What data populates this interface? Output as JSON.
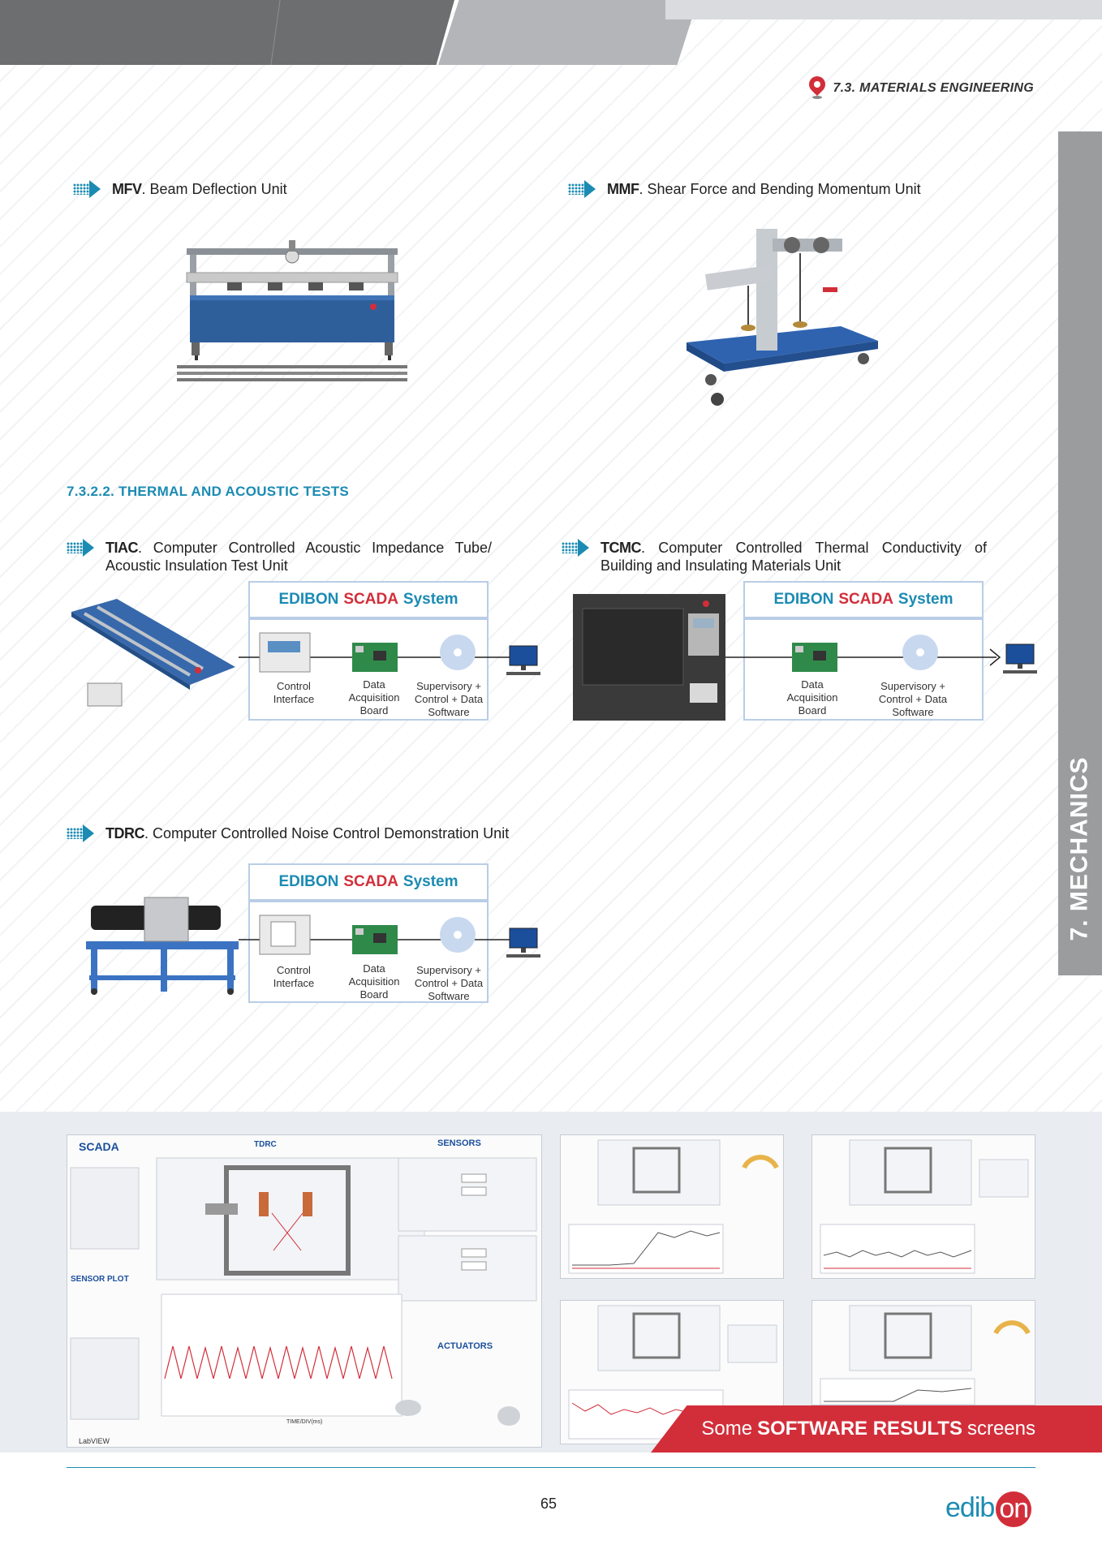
{
  "header": {
    "section": "7.3. MATERIALS ENGINEERING"
  },
  "side_tab": "7. MECHANICS",
  "products": {
    "mfv": {
      "code": "MFV",
      "title": ". Beam Deflection Unit"
    },
    "mmf": {
      "code": "MMF",
      "title": ". Shear Force and Bending Momentum Unit"
    },
    "tiac": {
      "code": "TIAC",
      "title": ". Computer Controlled Acoustic Impedance Tube/ Acoustic Insulation Test Unit"
    },
    "tcmc": {
      "code": "TCMC",
      "title": ". Computer Controlled Thermal Conductivity of Building and Insulating Materials Unit"
    },
    "tdrc": {
      "code": "TDRC",
      "title": ". Computer Controlled Noise Control Demonstration Unit"
    }
  },
  "section_title": "7.3.2.2. THERMAL AND ACOUSTIC TESTS",
  "scada": {
    "edibon": "EDIBON",
    "scada": "SCADA",
    "system": "System",
    "control_interface": "Control Interface",
    "daq_board": "Data Acquisition Board",
    "software": "Supervisory + Control + Data Software"
  },
  "software_shot": {
    "sensors": "SENSORS",
    "actuators": "ACTUATORS",
    "sensor_plot": "SENSOR PLOT",
    "tdrc_title": "TDRC",
    "scada_logo": "SCADA",
    "labview": "LabVIEW",
    "x_label": "TIME/DIV(ms)"
  },
  "banner": {
    "pre": "Some",
    "bold": "SOFTWARE RESULTS",
    "post": "screens"
  },
  "footer": {
    "page": "65",
    "logo_a": "edib",
    "logo_b": "on"
  },
  "colors": {
    "accent": "#1b8bb3",
    "red": "#d22e3a",
    "tab": "#9b9c9e"
  }
}
